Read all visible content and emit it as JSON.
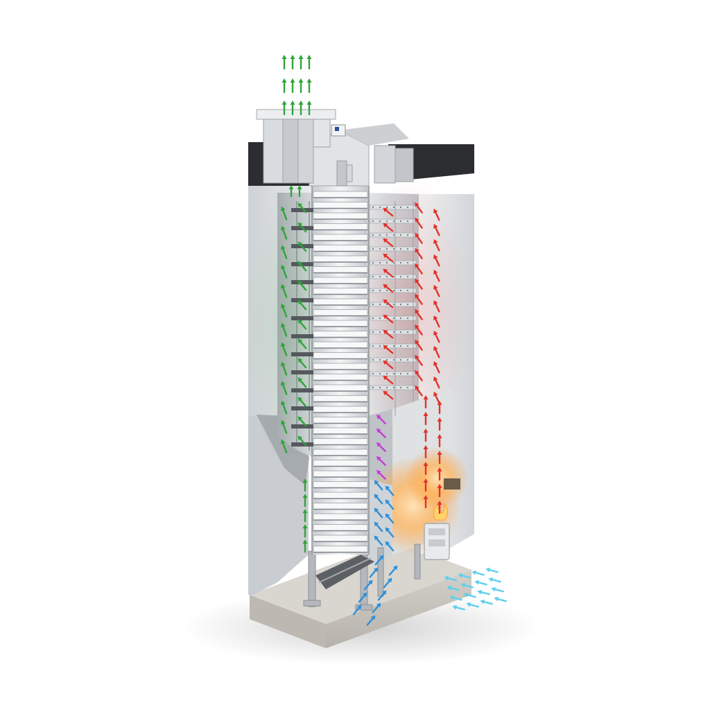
{
  "figure": {
    "subject": "grain-dryer-tower-cutaway",
    "labels": []
  },
  "colors": {
    "background": "#ffffff",
    "steel_light": "#e4e6e8",
    "steel_mid": "#b9bdc1",
    "steel_dark": "#8c9196",
    "roof_dark": "#2b2d30",
    "foundation": "#c9c5bf",
    "flow_exhaust": "#2ea43a",
    "flow_heated": "#e0322b",
    "flow_mixed": "#c63bd8",
    "flow_cooling": "#2d8fd8",
    "flow_intake": "#5fd0ee",
    "burner_glow": "#ffb45a"
  },
  "flows": [
    {
      "name": "exhaust-air",
      "color_key": "flow_exhaust"
    },
    {
      "name": "heated-air",
      "color_key": "flow_heated"
    },
    {
      "name": "mixed-air",
      "color_key": "flow_mixed"
    },
    {
      "name": "cooling-air",
      "color_key": "flow_cooling"
    },
    {
      "name": "ambient-intake-air",
      "color_key": "flow_intake"
    }
  ],
  "icons": [
    "arrow-up-icon",
    "arrow-diagonal-icon",
    "flame-icon"
  ]
}
